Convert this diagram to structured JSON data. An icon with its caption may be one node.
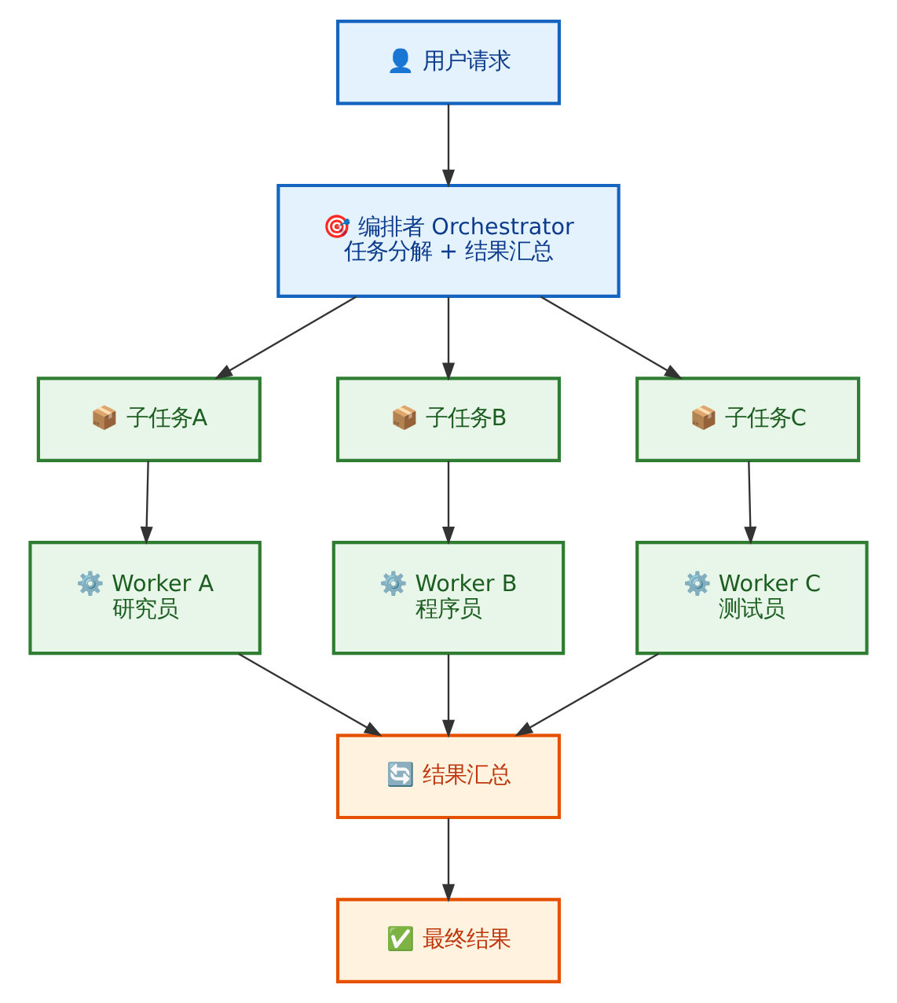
{
  "diagram": {
    "nodes": [
      {
        "text": [
          "👤 用户请求"
        ]
      },
      {
        "text": [
          "🎯 编排者 Orchestrator",
          "任务分解 + 结果汇总"
        ]
      },
      {
        "text": [
          "📦 子任务A"
        ]
      },
      {
        "text": [
          "📦 子任务B"
        ]
      },
      {
        "text": [
          "📦 子任务C"
        ]
      },
      {
        "text": [
          "⚙️ Worker A",
          "研究员"
        ]
      },
      {
        "text": [
          "⚙️ Worker B",
          "程序员"
        ]
      },
      {
        "text": [
          "⚙️ Worker C",
          "测试员"
        ]
      },
      {
        "text": [
          "🔄 结果汇总"
        ]
      },
      {
        "text": [
          "✅ 最终结果"
        ]
      }
    ],
    "edges": [
      {
        "from": 0,
        "to": 1,
        "arrow": "to"
      },
      {
        "from": 1,
        "to": 2,
        "arrow": "to"
      },
      {
        "from": 1,
        "to": 3,
        "arrow": "to"
      },
      {
        "from": 1,
        "to": 4,
        "arrow": "to"
      },
      {
        "from": 2,
        "to": 5,
        "arrow": "to"
      },
      {
        "from": 3,
        "to": 6,
        "arrow": "to"
      },
      {
        "from": 4,
        "to": 7,
        "arrow": "to"
      },
      {
        "from": 5,
        "to": 8,
        "arrow": "to"
      },
      {
        "from": 6,
        "to": 8,
        "arrow": "to"
      },
      {
        "from": 7,
        "to": 8,
        "arrow": "to"
      },
      {
        "from": 8,
        "to": 9,
        "arrow": "to"
      }
    ]
  }
}
